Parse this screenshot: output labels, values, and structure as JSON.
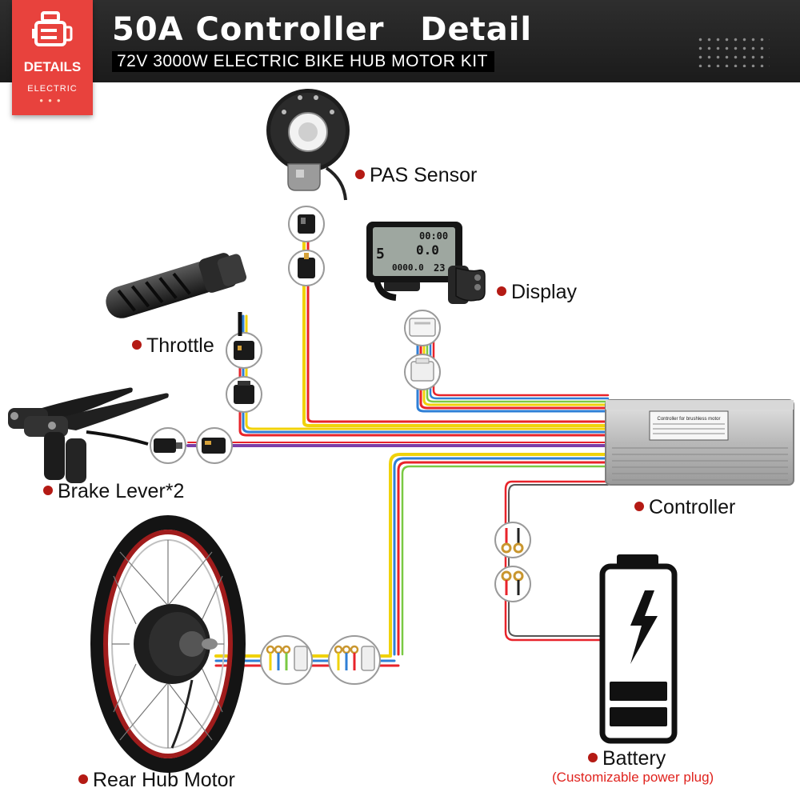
{
  "header": {
    "title": "50A Controller   Detail",
    "subtitle": "72V 3000W ELECTRIC BIKE HUB MOTOR KIT"
  },
  "badge": {
    "main": "DETAILS",
    "sub": "ELECTRIC",
    "icon": "engine-icon"
  },
  "components": {
    "pas_sensor": "PAS Sensor",
    "display": "Display",
    "throttle": "Throttle",
    "brake_lever": "Brake Lever*2",
    "controller": "Controller",
    "battery": "Battery",
    "battery_note": "(Customizable power plug)",
    "rear_hub_motor": "Rear Hub Motor"
  },
  "display_screen": {
    "time": "00:00",
    "gear": "5",
    "speed": "0.0",
    "distance": "0000.0",
    "temp": "23"
  },
  "controller_plate": "Controller for brushless motor",
  "colors": {
    "header": "#1f1f1f",
    "badge": "#e8423d",
    "accent_dot": "#b41a14",
    "note": "#e0231e",
    "wire_yellow": "#f0d20a",
    "wire_red": "#e8232a",
    "wire_blue": "#2f7fd6",
    "wire_purple": "#7b3fa8"
  }
}
